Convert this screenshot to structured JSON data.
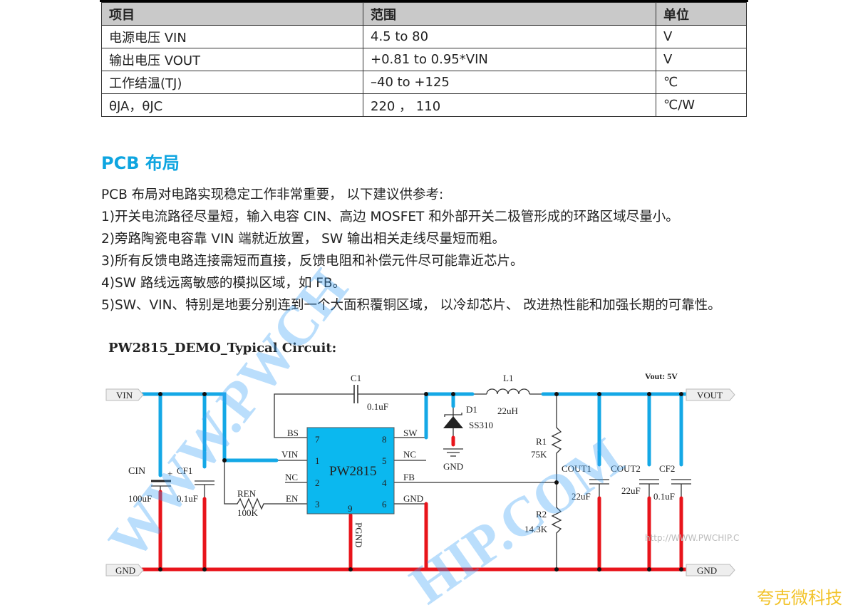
{
  "table": {
    "headers": [
      "项目",
      "范围",
      "单位"
    ],
    "rows": [
      [
        "电源电压 VIN",
        "4.5 to 80",
        "V"
      ],
      [
        "输出电压 VOUT",
        "+0.81 to 0.95*VIN",
        "V"
      ],
      [
        "工作结温(TJ)",
        "–40 to +125",
        "℃"
      ],
      [
        "θJA，θJC",
        "220 ， 110",
        "℃/W"
      ]
    ]
  },
  "section": {
    "title": "PCB 布局",
    "paragraphs": [
      "PCB 布局对电路实现稳定工作非常重要，  以下建议供参考:",
      "1)开关电流路径尽量短，输入电容 CIN、高边 MOSFET 和外部开关二极管形成的环路区域尽量小。",
      "2)旁路陶瓷电容靠 VIN 端就近放置，  SW 输出相关走线尽量短而粗。",
      "3)所有反馈电路连接需短而直接，反馈电阻和补偿元件尽可能靠近芯片。",
      "4)SW 路线远离敏感的模拟区域，如 FB。",
      "5)SW、VIN、特别是地要分别连到一个大面积覆铜区域，  以冷却芯片、 改进热性能和加强长期的可靠性。"
    ]
  },
  "circuit": {
    "title": "PW2815_DEMO_Typical Circuit:",
    "ic_name": "PW2815",
    "ports": {
      "vin": "VIN",
      "gnd_left": "GND",
      "vout": "VOUT",
      "gnd_right": "GND"
    },
    "vout_note": "Vout:  5V",
    "pins": {
      "bs": "BS",
      "vin": "VIN",
      "nc1": "NC",
      "en": "EN",
      "sw": "SW",
      "nc2": "NC",
      "fb": "FB",
      "gnd": "GND",
      "pgnd": "PGND",
      "n7": "7",
      "n1": "1",
      "n2": "2",
      "n3": "3",
      "n8": "8",
      "n5": "5",
      "n4": "4",
      "n6": "6",
      "n9": "9"
    },
    "parts": {
      "cin": "CIN",
      "cin_val": "100uF",
      "cf1": "CF1",
      "cf1_val": "0.1uF",
      "plus": "+",
      "ren": "REN",
      "ren_val": "100K",
      "c1": "C1",
      "c1_val": "0.1uF",
      "l1": "L1",
      "l1_val": "22uH",
      "d1": "D1",
      "d1_val": "SS310",
      "d1_gnd": "GND",
      "r1": "R1",
      "r1_val": "75K",
      "r2": "R2",
      "r2_val": "14.3K",
      "cout1": "COUT1",
      "cout1_val": "22uF",
      "cout2": "COUT2",
      "cout2_val": "22uF",
      "cf2": "CF2",
      "cf2_val": "0.1uF"
    },
    "url_note": "http://WWW.PWCHIP.C",
    "watermark": "WWW.PWCHIP.COM",
    "colors": {
      "vin_net": "#14a8e6",
      "gnd_net": "#e8141b",
      "ic": "#0bb8ef"
    }
  },
  "corner_brand": "夸克微科技"
}
